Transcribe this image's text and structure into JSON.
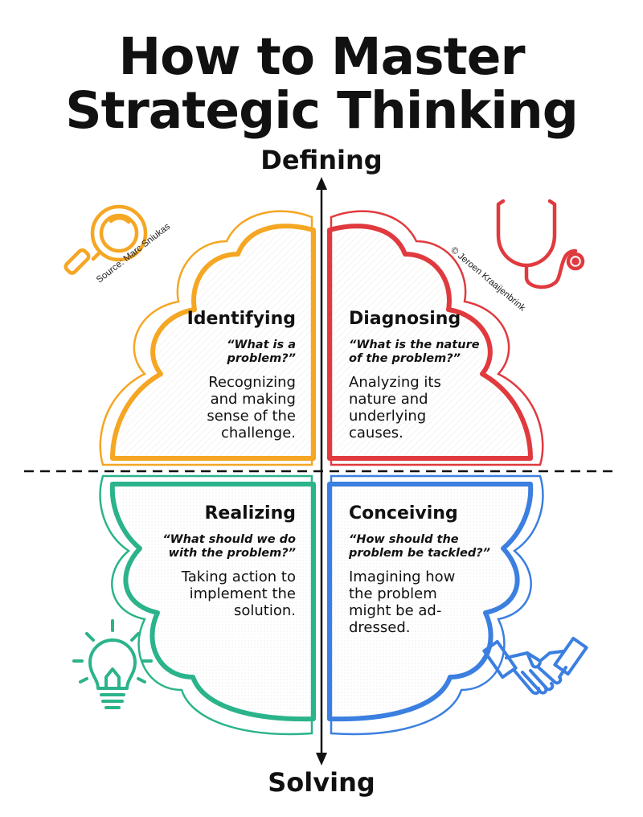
{
  "title": {
    "line1": "How to Master",
    "line2": "Strategic Thinking"
  },
  "axis": {
    "top_label": "Defining",
    "bottom_label": "Solving"
  },
  "credits": {
    "source": "Source: Marc Sniukas",
    "copyright": "© Jeroen Kraaijenbrink"
  },
  "quadrants": {
    "identifying": {
      "title": "Identifying",
      "question": [
        "“What is a",
        "problem?”"
      ],
      "description": [
        "Recognizing",
        "and making",
        "sense of the",
        "challenge."
      ],
      "color": "#F5A623",
      "icon": "magnifying-glass-icon"
    },
    "diagnosing": {
      "title": "Diagnosing",
      "question": [
        "“What is the nature",
        "of the problem?”"
      ],
      "description": [
        "Analyzing its",
        "nature and",
        "underlying",
        "causes."
      ],
      "color": "#E03A3E",
      "icon": "stethoscope-icon"
    },
    "realizing": {
      "title": "Realizing",
      "question": [
        "“What should we do",
        "with the problem?”"
      ],
      "description": [
        "Taking action to",
        "implement the",
        "solution."
      ],
      "color": "#2BB38B",
      "icon": "lightbulb-icon"
    },
    "conceiving": {
      "title": "Conceiving",
      "question": [
        "“How should the",
        "problem be tackled?”"
      ],
      "description": [
        "Imagining how",
        "the problem",
        "might be ad-",
        "dressed."
      ],
      "color": "#3B7FE0",
      "icon": "handshake-icon"
    }
  }
}
